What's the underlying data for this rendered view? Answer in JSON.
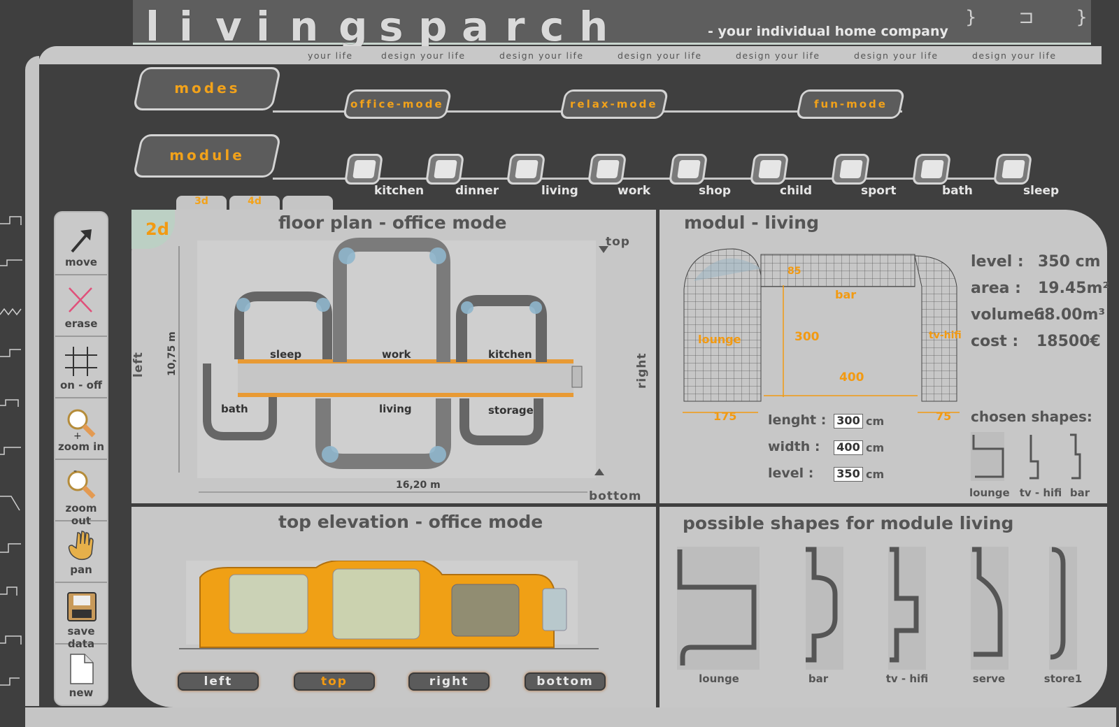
{
  "brand": {
    "letters": [
      "l",
      "i",
      "v",
      "i",
      "n",
      "g",
      "s",
      "p",
      "a",
      "r",
      "c",
      "h"
    ],
    "tagline": "- your individual home company",
    "top_shapes": [
      "}",
      "⊐",
      "}"
    ]
  },
  "slogans": [
    "your life",
    "design your life",
    "design your life",
    "design your life",
    "design your life",
    "design your life",
    "design your life"
  ],
  "modes": {
    "label": "modes",
    "items": [
      "office-mode",
      "relax-mode",
      "fun-mode"
    ]
  },
  "module": {
    "label": "module",
    "items": [
      "kitchen",
      "dinner",
      "living",
      "work",
      "shop",
      "child",
      "sport",
      "bath",
      "sleep"
    ]
  },
  "tabs": [
    "3d",
    "4d",
    ""
  ],
  "toolbar": [
    {
      "label": "move",
      "icon": "arrow-icon"
    },
    {
      "label": "erase",
      "icon": "x-icon"
    },
    {
      "label": "on - off",
      "icon": "grid-icon"
    },
    {
      "label": "zoom in",
      "icon": "zoom-in-icon"
    },
    {
      "label": "zoom out",
      "icon": "zoom-out-icon"
    },
    {
      "label": "pan",
      "icon": "hand-icon"
    },
    {
      "label": "save data",
      "icon": "floppy-icon"
    },
    {
      "label": "new",
      "icon": "new-file-icon"
    }
  ],
  "floor_plan": {
    "badge": "2d",
    "title": "floor plan  -  office mode",
    "dir": {
      "top": "top",
      "bottom": "bottom",
      "left": "left",
      "right": "right"
    },
    "height_dim": "10,75 m",
    "width_dim": "16,20 m",
    "rooms": {
      "sleep": "sleep",
      "work": "work",
      "kitchen": "kitchen",
      "bath": "bath",
      "living": "living",
      "storage": "storage"
    }
  },
  "modul": {
    "title": "modul  -  living",
    "labels": {
      "lounge": "lounge",
      "bar": "bar",
      "tvhifi": "tv-hifi",
      "d85": "85",
      "d300": "300",
      "d400": "400",
      "d175": "175",
      "d75": "75"
    },
    "stats": [
      {
        "label": "level :",
        "value": "350 cm"
      },
      {
        "label": "area :",
        "value": "19.45m²"
      },
      {
        "label": "volume :",
        "value": "68.00m³"
      },
      {
        "label": "cost :",
        "value": "18500€"
      }
    ],
    "dims": [
      {
        "label": "lenght :",
        "value": "300",
        "unit": "cm"
      },
      {
        "label": "width :",
        "value": "400",
        "unit": "cm"
      },
      {
        "label": "level :",
        "value": "350",
        "unit": "cm"
      }
    ],
    "chosen_title": "chosen shapes:",
    "chosen": [
      "lounge",
      "tv - hifi",
      "bar"
    ]
  },
  "elevation": {
    "title": "top elevation  -  office mode",
    "buttons": [
      "left",
      "top",
      "right",
      "bottom"
    ],
    "active": "top"
  },
  "possible": {
    "title": "possible shapes for module living",
    "shapes": [
      "lounge",
      "bar",
      "tv - hifi",
      "serve",
      "store1"
    ]
  }
}
